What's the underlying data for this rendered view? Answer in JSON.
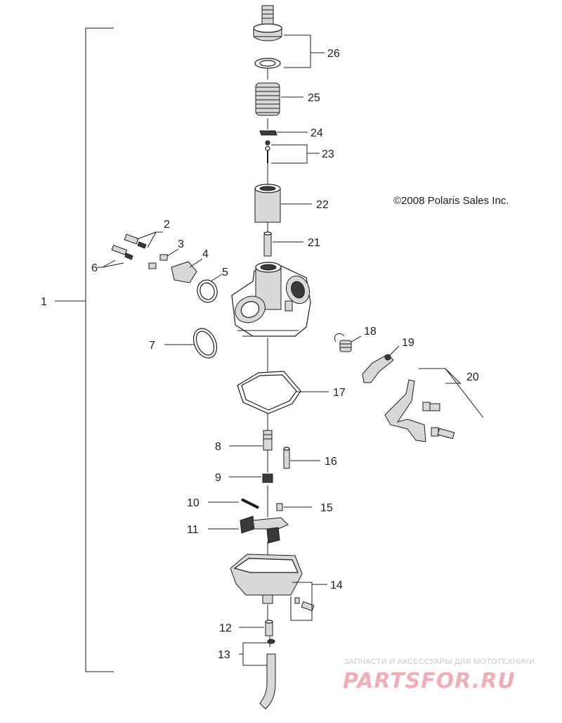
{
  "diagram": {
    "copyright": "©2008 Polaris Sales Inc.",
    "callouts": [
      "1",
      "2",
      "3",
      "4",
      "5",
      "6",
      "7",
      "8",
      "9",
      "10",
      "11",
      "12",
      "13",
      "14",
      "15",
      "16",
      "17",
      "18",
      "19",
      "20",
      "21",
      "22",
      "23",
      "24",
      "25",
      "26"
    ],
    "watermark": {
      "caption": "ЗАПЧАСТИ И АКСЕССУАРЫ ДЛЯ МОТОТЕХНИКИ",
      "logo": "PARTSFOR.RU"
    }
  }
}
